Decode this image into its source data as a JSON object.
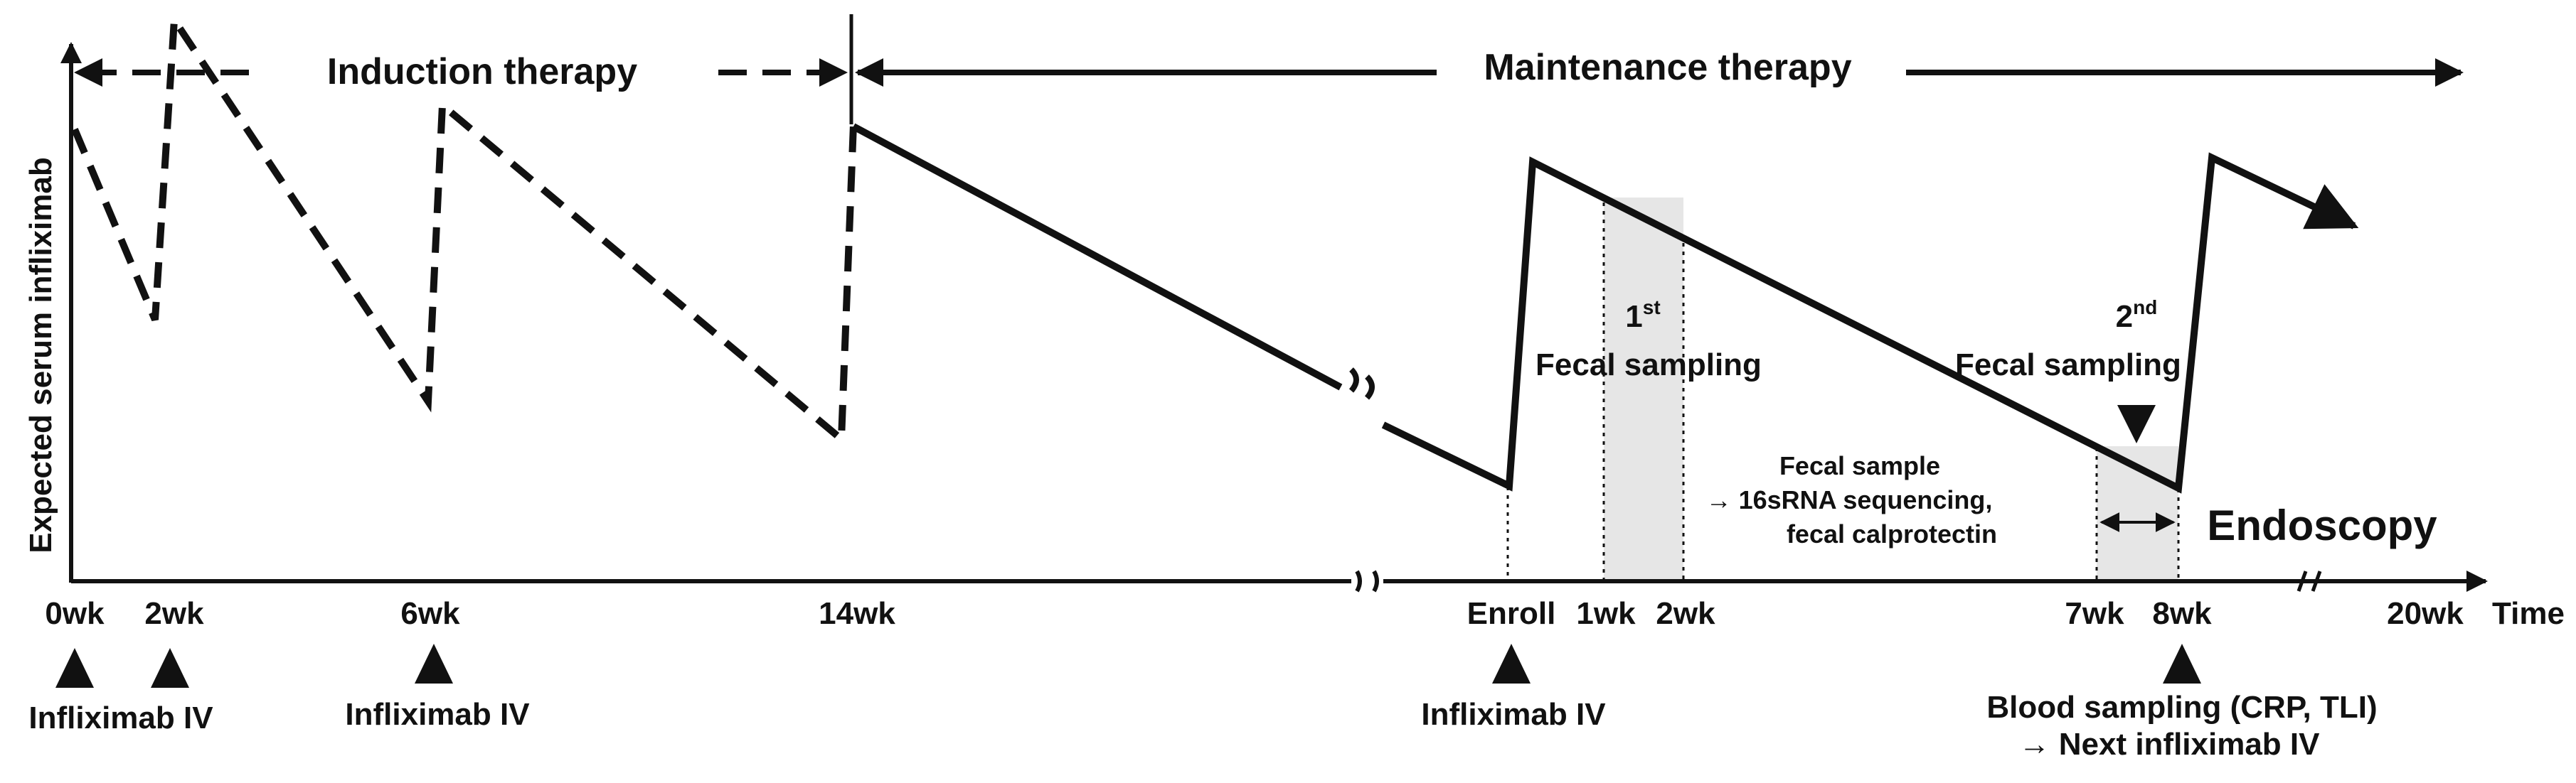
{
  "y_axis_label": "Expected serum infliximab",
  "phases": {
    "induction": "Induction therapy",
    "maintenance": "Maintenance therapy"
  },
  "ticks": {
    "wk0": "0wk",
    "wk2": "2wk",
    "wk6": "6wk",
    "wk14": "14wk",
    "enroll": "Enroll",
    "wk1": "1wk",
    "wk2b": "2wk",
    "wk7": "7wk",
    "wk8": "8wk",
    "wk20": "20wk",
    "time": "Time"
  },
  "events": {
    "infliximab_iv_1": "Infliximab IV",
    "infliximab_iv_2": "Infliximab IV",
    "infliximab_iv_3": "Infliximab IV",
    "blood_sampling_line1": "Blood sampling (CRP, TLI)",
    "blood_sampling_line2": "→ Next infliximab IV"
  },
  "fecal_sampling_1": {
    "ordinal": "1",
    "sup": "st",
    "label": "Fecal sampling"
  },
  "fecal_sampling_2": {
    "ordinal": "2",
    "sup": "nd",
    "label": "Fecal sampling"
  },
  "fecal_sample_note": {
    "line1": "Fecal sample",
    "line2": "→ 16sRNA  sequencing,",
    "line3": "fecal calprotectin"
  },
  "endoscopy": "Endoscopy",
  "colors": {
    "ink": "#111111",
    "shade": "#e6e6e6"
  }
}
